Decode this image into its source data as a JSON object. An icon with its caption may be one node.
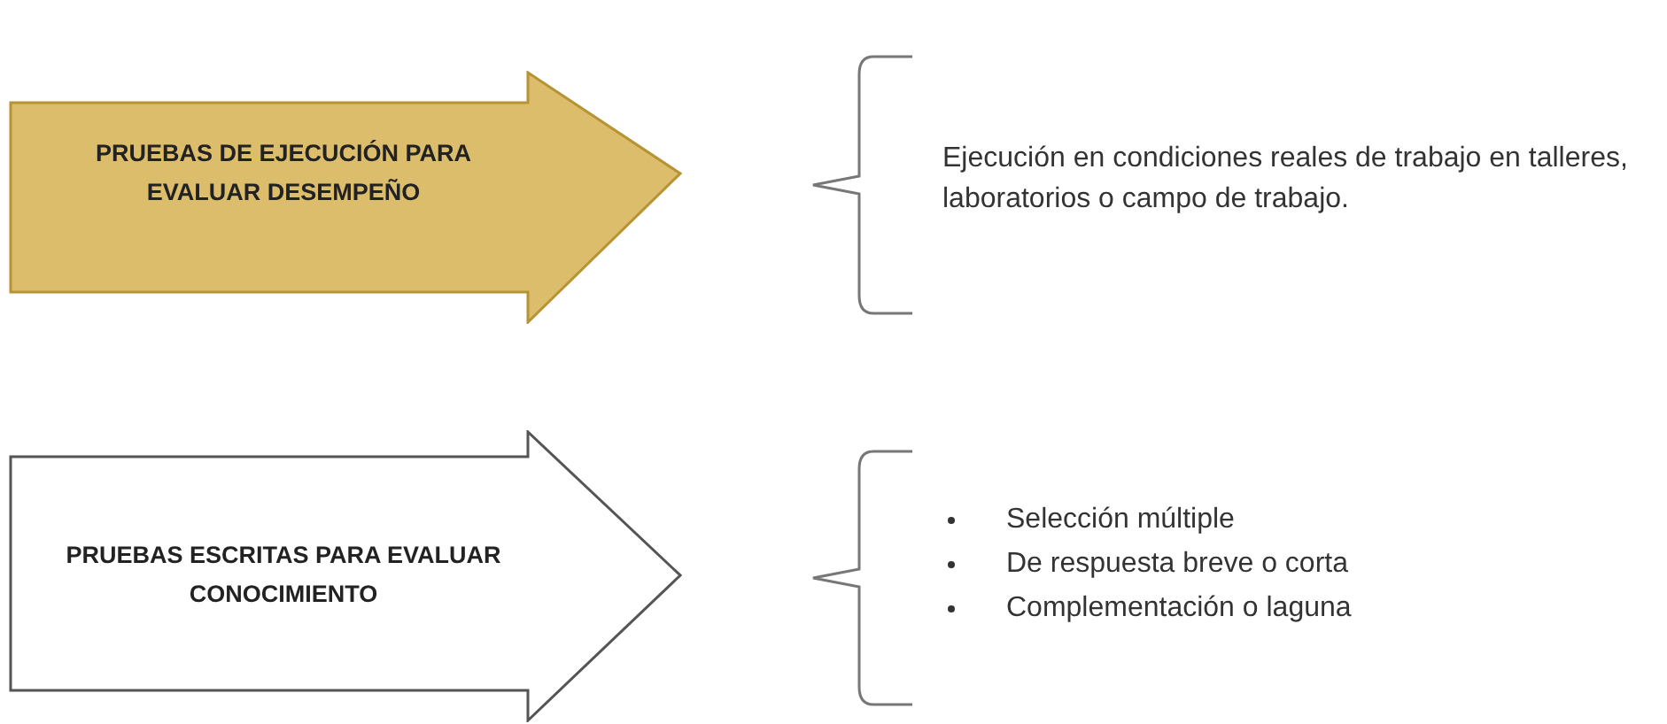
{
  "diagram": {
    "nodes": [
      {
        "text": [
          "PRUEBAS DE EJECUCIÓN PARA EVALUAR DESEMPEÑO"
        ]
      },
      {
        "text": [
          "Ejecución en condiciones reales de trabajo en talleres, laboratorios o campo de trabajo."
        ]
      },
      {
        "text": [
          "PRUEBAS ESCRITAS PARA EVALUAR CONOCIMIENTO"
        ]
      },
      {
        "text": [
          "Selección múltiple",
          "De respuesta breve o corta",
          "Complementación o laguna"
        ]
      }
    ]
  }
}
